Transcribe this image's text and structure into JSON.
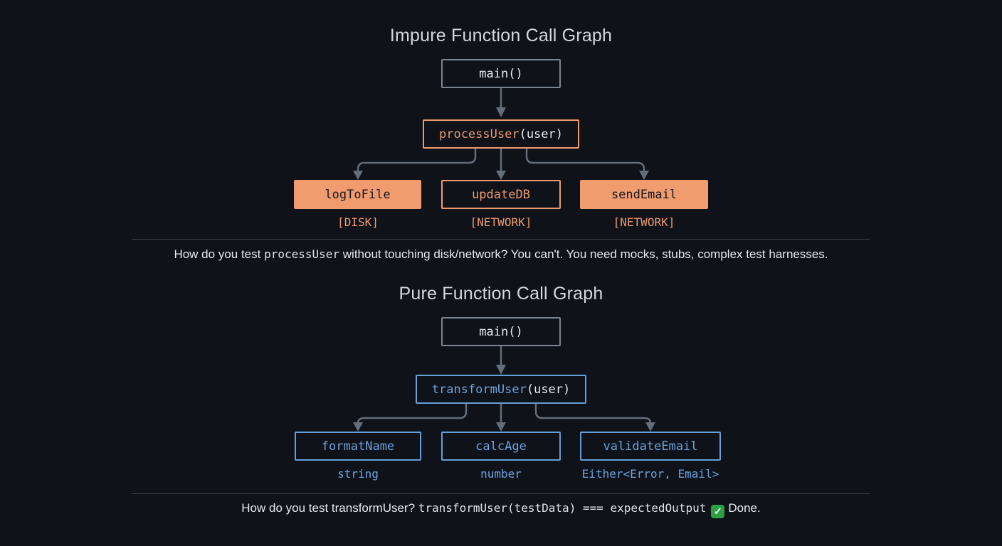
{
  "colors": {
    "background": "#0f1219",
    "orange_accent": "#ee9b6d",
    "blue_accent": "#6aa3dd",
    "gray_border": "#7b8490",
    "arrow_gray": "#646d7a",
    "title_text": "#d4d8dd",
    "caption_text": "#e7e9ec",
    "check_green": "#2ea043"
  },
  "impure": {
    "title": "Impure Function Call Graph",
    "main_label": "main()",
    "root": {
      "fn": "processUser",
      "args": "(user)"
    },
    "children": [
      {
        "label": "logToFile",
        "tag": "[DISK]"
      },
      {
        "label": "updateDB",
        "tag": "[NETWORK]"
      },
      {
        "label": "sendEmail",
        "tag": "[NETWORK]"
      }
    ],
    "caption": {
      "pre": "How do you test ",
      "code": "processUser",
      "post": " without touching disk/network? You can't. You need mocks, stubs, complex test harnesses."
    }
  },
  "pure": {
    "title": "Pure Function Call Graph",
    "main_label": "main()",
    "root": {
      "fn": "transformUser",
      "args": "(user)"
    },
    "children": [
      {
        "label": "formatName",
        "tag": "string"
      },
      {
        "label": "calcAge",
        "tag": "number"
      },
      {
        "label": "validateEmail",
        "tag": "Either<Error, Email>"
      }
    ],
    "caption": {
      "pre": "How do you test transformUser? ",
      "code": "transformUser(testData) === expectedOutput",
      "check": "✓",
      "post": "Done."
    }
  }
}
